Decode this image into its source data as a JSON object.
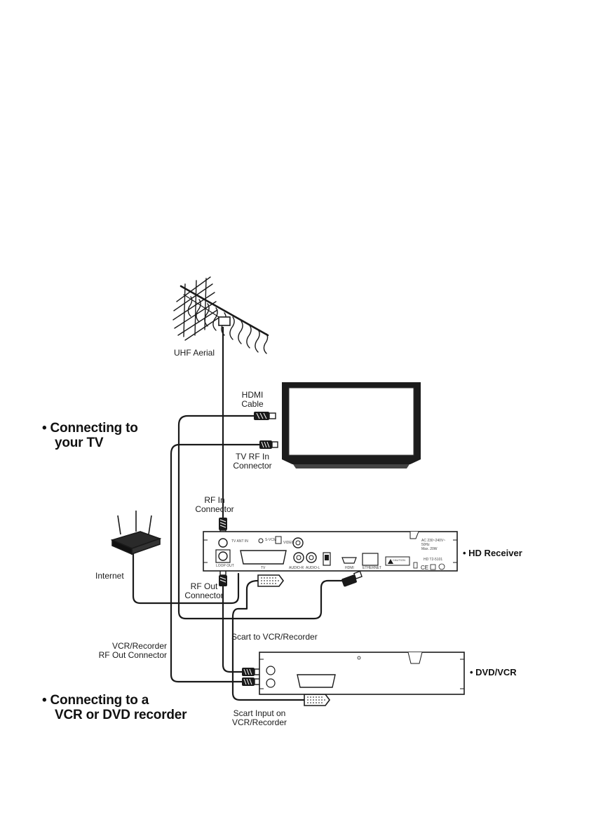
{
  "headings": {
    "tv_line1": "• Connecting to",
    "tv_line2": "your TV",
    "vcr_line1": "• Connecting to a",
    "vcr_line2": "VCR or DVD recorder"
  },
  "devices": {
    "hd_receiver": "• HD Receiver",
    "dvd_vcr": "• DVD/VCR"
  },
  "labels": {
    "uhf_aerial": "UHF Aerial",
    "hdmi_cable_1": "HDMI",
    "hdmi_cable_2": "Cable",
    "tv_rf_in_1": "TV RF In",
    "tv_rf_in_2": "Connector",
    "rf_in_1": "RF In",
    "rf_in_2": "Connector",
    "internet": "Internet",
    "rf_out_1": "RF Out",
    "rf_out_2": "Connector",
    "scart_to_vcr": "Scart to VCR/Recorder",
    "vcr_rf_out_1": "VCR/Recorder",
    "vcr_rf_out_2": "RF Out Connector",
    "scart_input_1": "Scart Input on",
    "scart_input_2": "VCR/Recorder"
  },
  "panel_print": {
    "tv_ant_in": "TV ANT IN",
    "s_vcm": "S-VCM",
    "video": "VIDEO",
    "loop_out": "LOOP OUT",
    "tv": "TV",
    "audio_r": "AUDIO-R",
    "audio_l": "AUDIO-L",
    "hdmi": "HDMI",
    "ethernet": "ETHERNET",
    "power_1": "AC 230~240V~",
    "power_2": "50Hz",
    "power_3": "Max. 20W",
    "caution": "CAUTION",
    "model": "HD T2-5101"
  },
  "colors": {
    "ink": "#1a1a1a",
    "tv_bezel": "#1c1c1c",
    "panel_fill": "#ffffff"
  }
}
